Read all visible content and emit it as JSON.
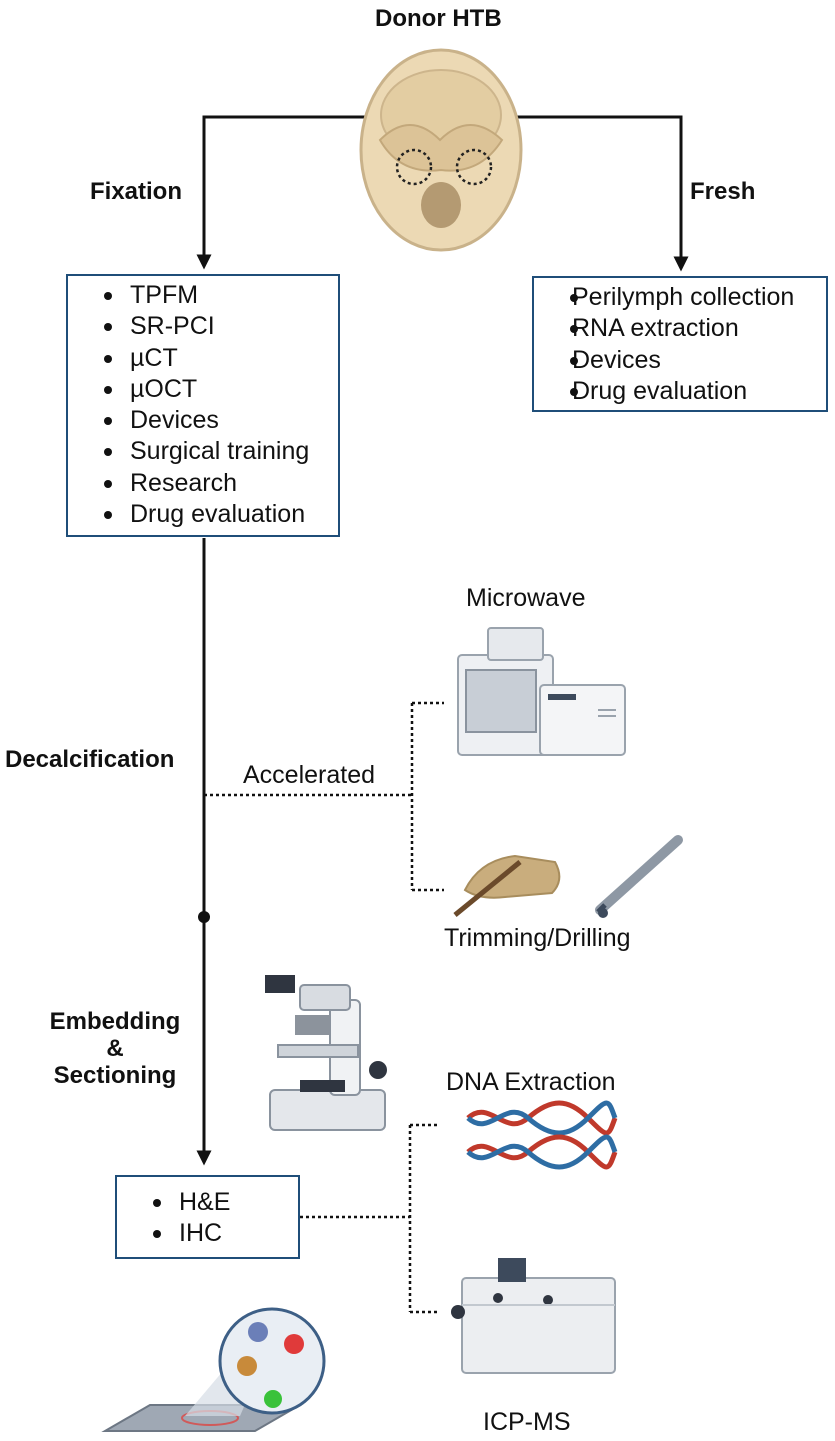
{
  "title": "Donor HTB",
  "branches": {
    "fixation": "Fixation",
    "fresh": "Fresh"
  },
  "fixation_box": {
    "items": [
      "TPFM",
      "SR-PCI",
      "µCT",
      "µOCT",
      "Devices",
      "Surgical training",
      "Research",
      "Drug evaluation"
    ]
  },
  "fresh_box": {
    "items": [
      "Perilymph collection",
      "RNA extraction",
      "Devices",
      "Drug evaluation"
    ]
  },
  "steps": {
    "decalcification": "Decalcification",
    "accelerated": "Accelerated",
    "embedding_line1": "Embedding",
    "embedding_line2": "&",
    "embedding_line3": "Sectioning"
  },
  "methods": {
    "microwave": "Microwave",
    "trimming": "Trimming/Drilling",
    "dna": "DNA Extraction",
    "icpms": "ICP-MS"
  },
  "stain_box": {
    "items": [
      "H&E",
      "IHC"
    ]
  },
  "colors": {
    "box_border": "#1f4e79",
    "skull": "#ecd9b4",
    "dna_red": "#c0392b",
    "dna_blue": "#2e6da4"
  }
}
